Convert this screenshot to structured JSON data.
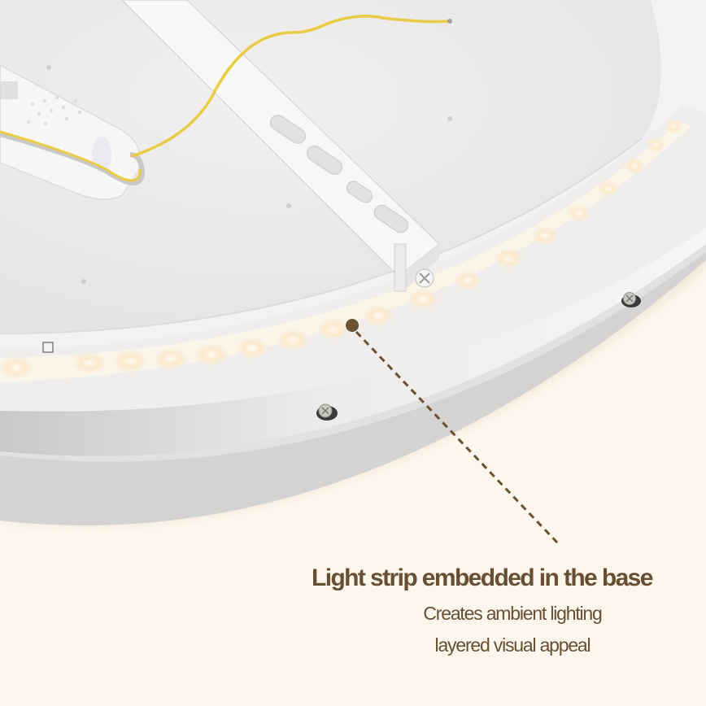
{
  "callout": {
    "title": "Light strip embedded in the base",
    "lines": [
      "Creates ambient lighting",
      "layered visual appeal"
    ]
  },
  "colors": {
    "background": "#fdf6ec",
    "text": "#664f33",
    "leader_line": "#6a5232",
    "led_glow": "#fff1d8",
    "fixture_white": "#f2f1ef",
    "wire_yellow": "#e9cc45"
  },
  "product": {
    "subject": "round LED ceiling light base, underside view",
    "features": [
      "embedded LED light strip",
      "mounting bracket",
      "LED driver box",
      "yellow wire",
      "screws"
    ]
  }
}
